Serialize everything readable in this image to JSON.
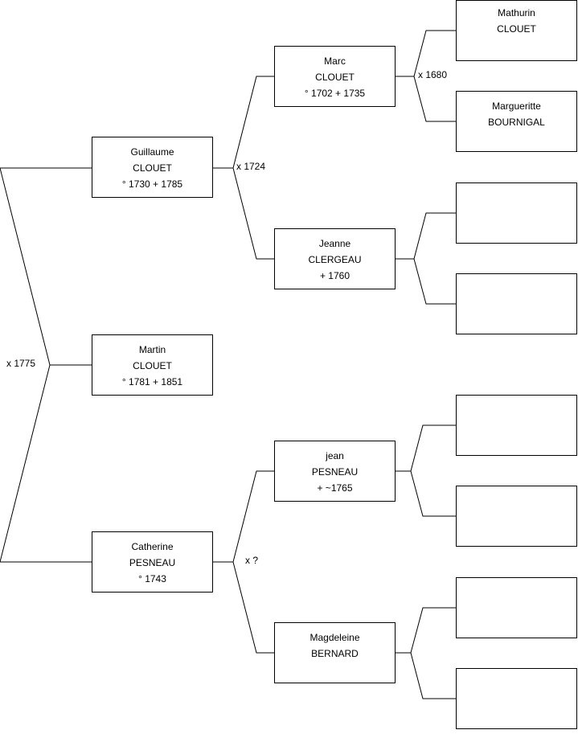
{
  "persons": {
    "martin": {
      "first": "Martin",
      "last": "CLOUET",
      "dates": "° 1781 + 1851"
    },
    "guillaume": {
      "first": "Guillaume",
      "last": "CLOUET",
      "dates": "° 1730 + 1785"
    },
    "catherine": {
      "first": "Catherine",
      "last": "PESNEAU",
      "dates": "° 1743"
    },
    "marc": {
      "first": "Marc",
      "last": "CLOUET",
      "dates": "° 1702 + 1735"
    },
    "jeanne": {
      "first": "Jeanne",
      "last": "CLERGEAU",
      "dates": "+ 1760"
    },
    "jean": {
      "first": "jean",
      "last": "PESNEAU",
      "dates": "+ ~1765"
    },
    "magdeleine": {
      "first": "Magdeleine",
      "last": "BERNARD",
      "dates": ""
    },
    "mathurin": {
      "first": "Mathurin",
      "last": "CLOUET",
      "dates": ""
    },
    "margueritte": {
      "first": "Margueritte",
      "last": "BOURNIGAL",
      "dates": ""
    }
  },
  "marriages": {
    "martin_parents": "x 1775",
    "guillaume_parents": "x 1724",
    "catherine_parents": "x ?",
    "marc_parents": "x 1680"
  }
}
